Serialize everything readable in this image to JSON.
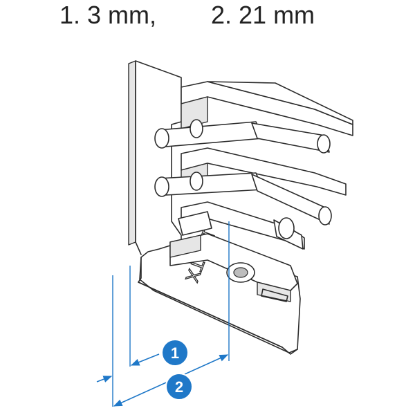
{
  "captions": [
    {
      "label": "1. 3 mm,"
    },
    {
      "label": "2. 21 mm"
    }
  ],
  "markers": [
    {
      "number": "1",
      "color": "#1f78c8"
    },
    {
      "number": "2",
      "color": "#1f78c8"
    }
  ],
  "part": {
    "engraving": "XTS41"
  },
  "colors": {
    "dimension": "#1f78c8",
    "outline": "#2b2b2b"
  }
}
